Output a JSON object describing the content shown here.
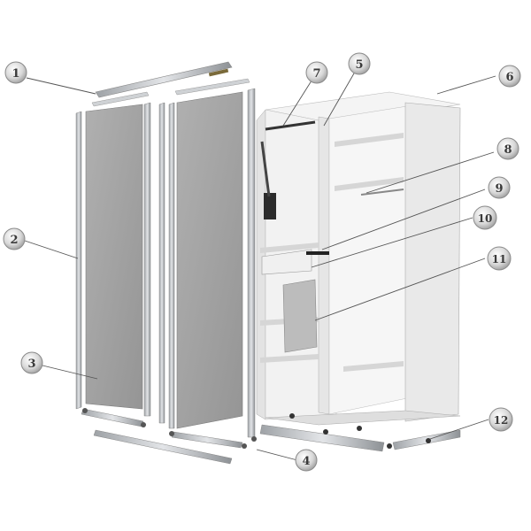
{
  "diagram": {
    "callouts": [
      {
        "number": "1"
      },
      {
        "number": "2"
      },
      {
        "number": "3"
      },
      {
        "number": "4"
      },
      {
        "number": "5"
      },
      {
        "number": "6"
      },
      {
        "number": "7"
      },
      {
        "number": "8"
      },
      {
        "number": "9"
      },
      {
        "number": "10"
      },
      {
        "number": "11"
      },
      {
        "number": "12"
      }
    ]
  },
  "colors": {
    "panel": "#a3a3a3",
    "aluminium": "#c9ccd0",
    "carcass": "#eeeeee",
    "badge": "#dcdcdc",
    "leader": "#555555"
  }
}
